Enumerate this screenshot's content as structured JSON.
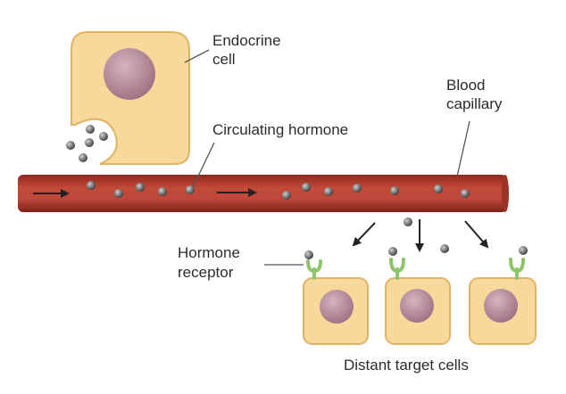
{
  "labels": {
    "endocrine_line1": "Endocrine",
    "endocrine_line2": "cell",
    "circulating": "Circulating hormone",
    "blood_line1": "Blood",
    "blood_line2": "capillary",
    "receptor_line1": "Hormone",
    "receptor_line2": "receptor",
    "targets": "Distant target cells"
  },
  "colors": {
    "cell_fill": "#f8d99c",
    "cell_stroke": "#e2b364",
    "nucleus": "#b98a99",
    "vessel": "#b53a2c",
    "vessel_dark": "#7a2219",
    "hormone": "#555555",
    "receptor": "#8fc46a",
    "line": "#555555"
  }
}
